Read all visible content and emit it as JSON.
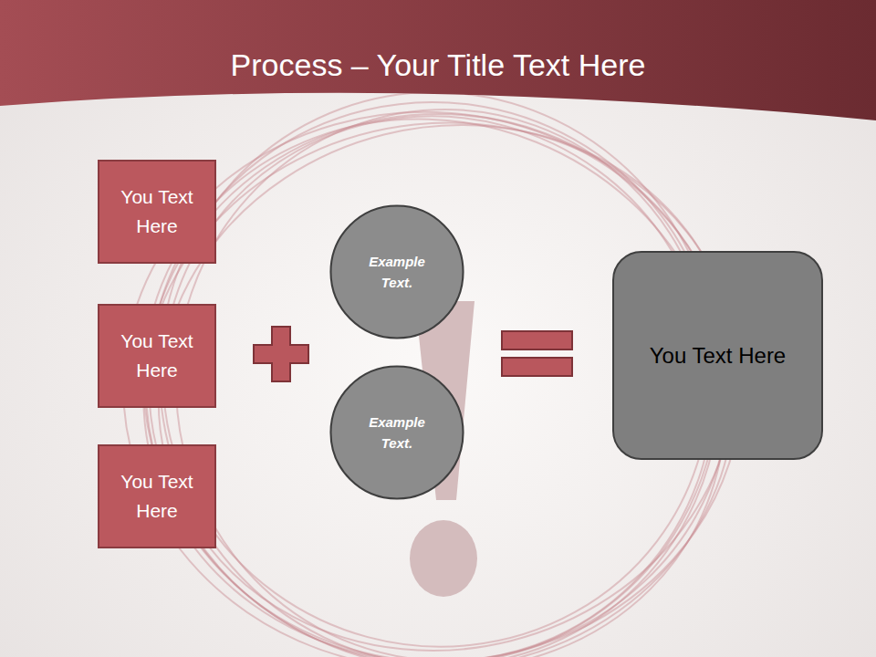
{
  "diagram": {
    "title": "Process – Your Title Text Here",
    "nodes": [
      {
        "text": [
          "You Text Here"
        ]
      },
      {
        "text": [
          "You Text Here"
        ]
      },
      {
        "text": [
          "You Text Here"
        ]
      },
      {
        "text": [
          "Example Text."
        ]
      },
      {
        "text": [
          "Example Text."
        ]
      },
      {
        "text": [
          "You Text Here"
        ]
      }
    ]
  }
}
